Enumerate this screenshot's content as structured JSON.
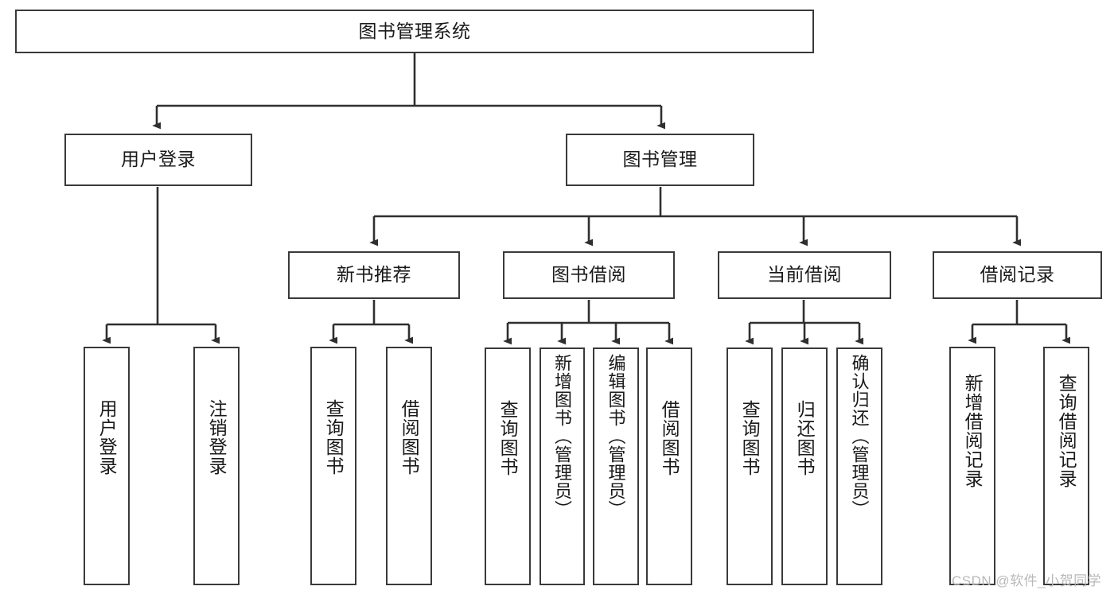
{
  "diagram": {
    "type": "tree-hierarchy-diagram",
    "root": {
      "id": "root",
      "label": "图书管理系统"
    },
    "level2": [
      {
        "id": "user-login",
        "label": "用户登录"
      },
      {
        "id": "book-manage",
        "label": "图书管理"
      }
    ],
    "level3": [
      {
        "id": "new-book-rec",
        "label": "新书推荐"
      },
      {
        "id": "book-borrow",
        "label": "图书借阅"
      },
      {
        "id": "current-borrow",
        "label": "当前借阅"
      },
      {
        "id": "borrow-record",
        "label": "借阅记录"
      }
    ],
    "leaves": [
      {
        "id": "leaf-user-login",
        "label": "用户登录",
        "parent": "用户登录"
      },
      {
        "id": "leaf-logout",
        "label": "注销登录",
        "parent": "用户登录"
      },
      {
        "id": "leaf-query-book-1",
        "label": "查询图书",
        "parent": "新书推荐"
      },
      {
        "id": "leaf-borrow-book-1",
        "label": "借阅图书",
        "parent": "新书推荐"
      },
      {
        "id": "leaf-query-book-2",
        "label": "查询图书",
        "parent": "图书借阅"
      },
      {
        "id": "leaf-add-book",
        "label": "新增图书（管理员）",
        "parent": "图书借阅"
      },
      {
        "id": "leaf-edit-book",
        "label": "编辑图书（管理员）",
        "parent": "图书借阅"
      },
      {
        "id": "leaf-borrow-book-2",
        "label": "借阅图书",
        "parent": "图书借阅"
      },
      {
        "id": "leaf-query-book-3",
        "label": "查询图书",
        "parent": "当前借阅"
      },
      {
        "id": "leaf-return-book",
        "label": "归还图书",
        "parent": "当前借阅"
      },
      {
        "id": "leaf-confirm-return",
        "label": "确认归还（管理员）",
        "parent": "当前借阅"
      },
      {
        "id": "leaf-add-record",
        "label": "新增借阅记录",
        "parent": "借阅记录"
      },
      {
        "id": "leaf-query-record",
        "label": "查询借阅记录",
        "parent": "借阅记录"
      }
    ],
    "colors": {
      "border": "#3a3a3a",
      "background": "#ffffff",
      "text": "#1a1a1a",
      "connector": "#2f2f2f",
      "watermark": "#b9b9b9"
    }
  },
  "watermark": {
    "text": "CSDN @软件_小贺同学"
  }
}
